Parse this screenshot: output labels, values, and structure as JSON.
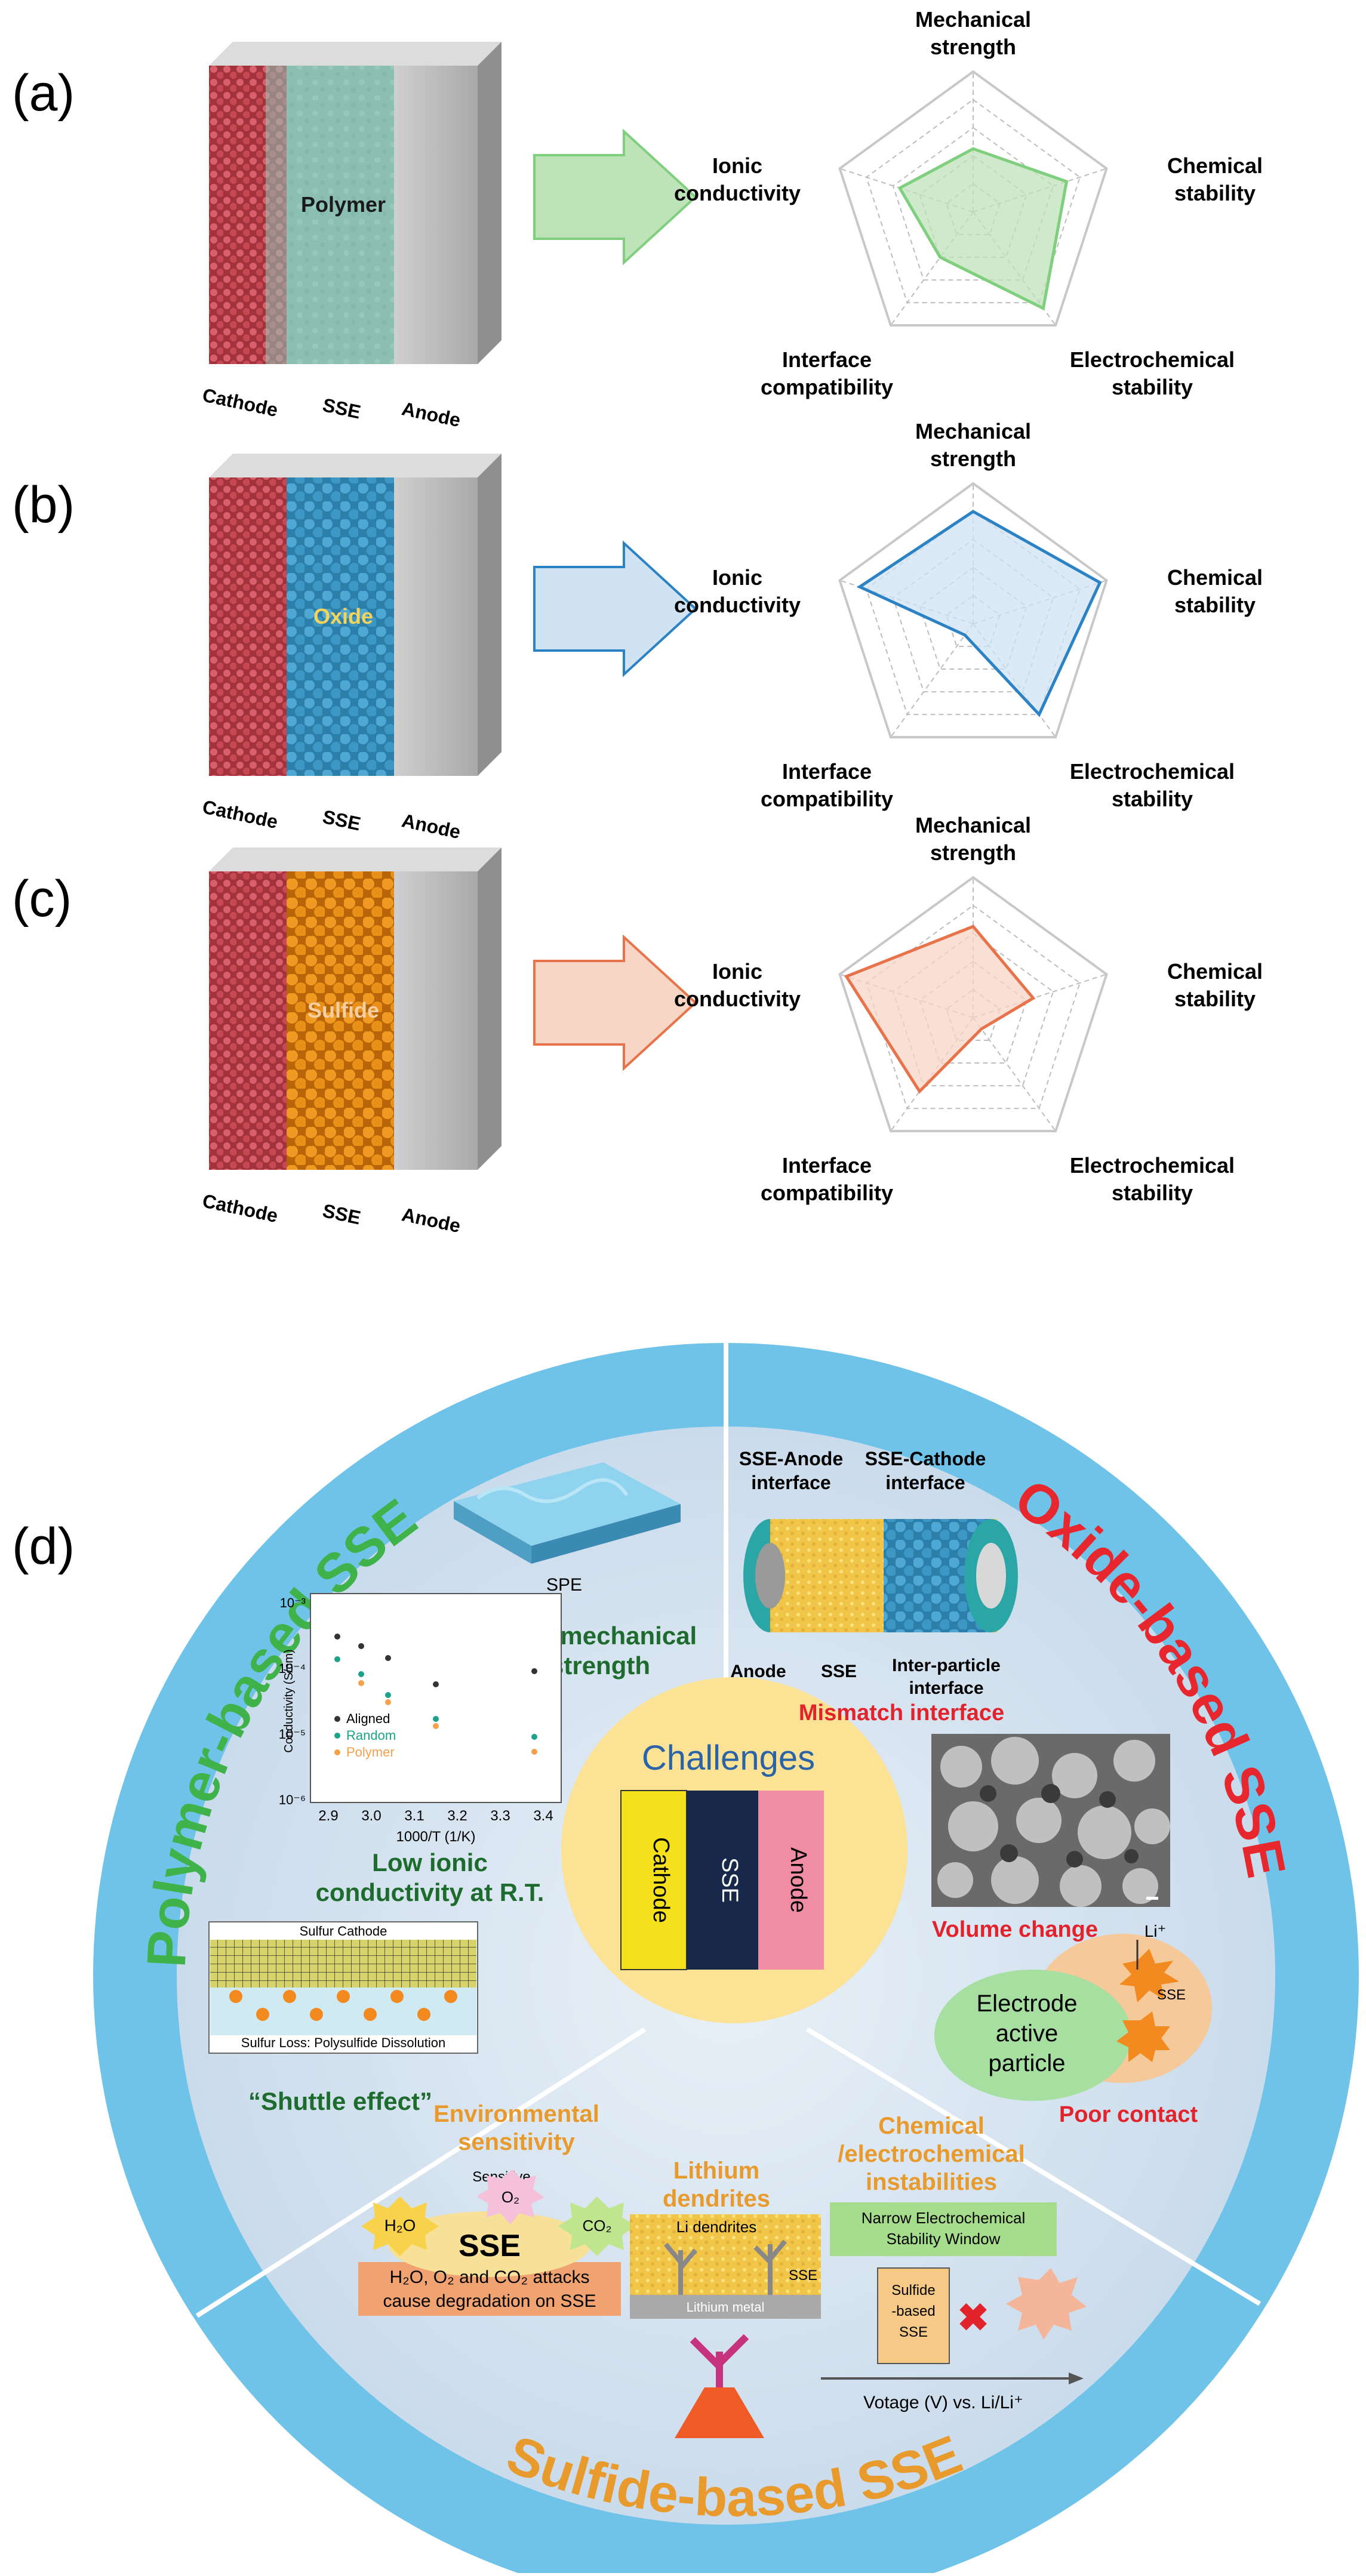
{
  "panels": [
    {
      "tag": "(a)",
      "material": "Polymer",
      "layers": [
        "Cathode",
        "SSE",
        "Anode"
      ],
      "color": "#7fcf7f",
      "fill": "#bfe3b8",
      "values": [
        0.45,
        0.7,
        0.85,
        0.4,
        0.55
      ]
    },
    {
      "tag": "(b)",
      "material": "Oxide",
      "layers": [
        "Cathode",
        "SSE",
        "Anode"
      ],
      "color": "#2b82c4",
      "fill": "#cfe3f3",
      "values": [
        0.8,
        0.95,
        0.8,
        0.1,
        0.85
      ]
    },
    {
      "tag": "(c)",
      "material": "Sulfide",
      "layers": [
        "Cathode",
        "SSE",
        "Anode"
      ],
      "color": "#e8734a",
      "fill": "#f8d6c6",
      "values": [
        0.65,
        0.45,
        0.1,
        0.65,
        0.95
      ]
    }
  ],
  "radar_axes": [
    [
      "Mechanical",
      "strength"
    ],
    [
      "Chemical",
      "stability"
    ],
    [
      "Electrochemical",
      "stability"
    ],
    [
      "Interface",
      "compatibility"
    ],
    [
      "Ionic",
      "conductivity"
    ]
  ],
  "panel_d": {
    "tag": "(d)",
    "center_title": "Challenges",
    "center_layers": [
      "Cathode",
      "SSE",
      "Anode"
    ],
    "ring_polymer": "Polymer-based SSE",
    "ring_oxide": "Oxide-based SSE",
    "ring_sulfide": "Sulfide-based SSE",
    "polymer": {
      "spe_label": "SPE",
      "low_mech": [
        "Low mechanical",
        "strength"
      ],
      "plot_ylabel": "Conductivity (S/cm)",
      "plot_xlabel": "1000/T (1/K)",
      "plot_yticks": [
        "10⁻³",
        "10⁻⁴",
        "10⁻⁵",
        "10⁻⁶"
      ],
      "plot_xticks": [
        "2.9",
        "3.0",
        "3.1",
        "3.2",
        "3.3",
        "3.4"
      ],
      "legend": [
        "Aligned",
        "Random",
        "Polymer"
      ],
      "low_ionic": [
        "Low ionic",
        "conductivity at R.T."
      ],
      "sulfur_cathode": "Sulfur Cathode",
      "sulfur_loss": "Sulfur Loss: Polysulfide Dissolution",
      "shuttle": "“Shuttle effect”"
    },
    "oxide": {
      "sse_anode": [
        "SSE-Anode",
        "interface"
      ],
      "sse_cathode": [
        "SSE-Cathode",
        "interface"
      ],
      "anode": "Anode",
      "sse": "SSE",
      "inter_particle": [
        "Inter-particle",
        "interface"
      ],
      "mismatch": "Mismatch interface",
      "volume_change": "Volume change",
      "li_plus": "Li⁺",
      "sse_small": "SSE",
      "electrode": [
        "Electrode",
        "active",
        "particle"
      ],
      "poor_contact": "Poor contact"
    },
    "sulfide": {
      "env": [
        "Environmental",
        "sensitivity"
      ],
      "sensitive": "Sensitive",
      "h2o": "H₂O",
      "o2": "O₂",
      "co2": "CO₂",
      "sse": "SSE",
      "attack": [
        "H₂O,  O₂ and CO₂ attacks",
        "cause degradation on SSE"
      ],
      "dendrites": [
        "Lithium",
        "dendrites"
      ],
      "li_dendrites": "Li dendrites",
      "sse_small": "SSE",
      "lithium_metal": "Lithium metal",
      "chem": [
        "Chemical",
        "/electrochemical",
        "instabilities"
      ],
      "narrow": [
        "Narrow Electrochemical",
        "Stability Window"
      ],
      "sulfide_box": [
        "Sulfide",
        "-based",
        "SSE"
      ],
      "voltage": "Votage (V) vs. Li/Li⁺"
    }
  }
}
